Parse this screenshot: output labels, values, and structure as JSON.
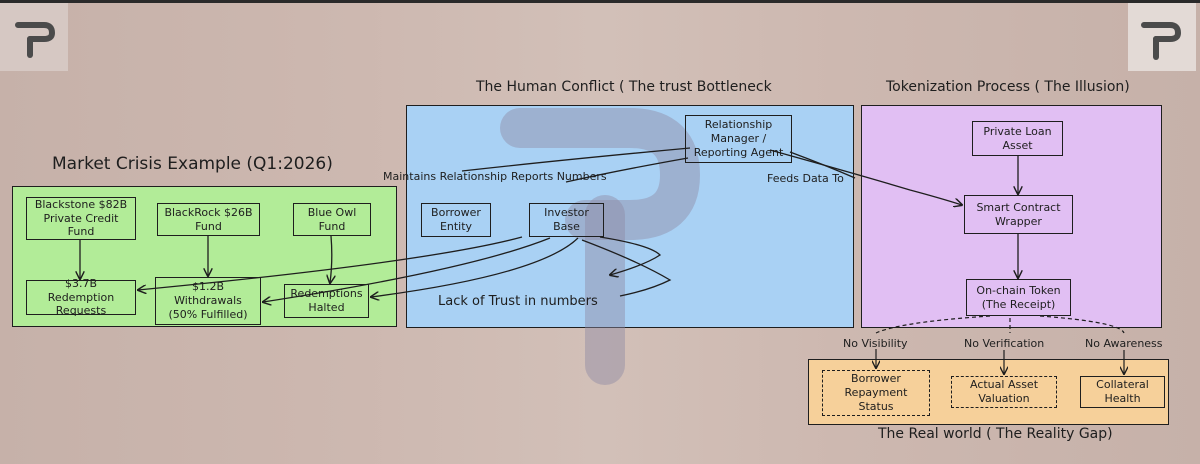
{
  "colors": {
    "green": "#b2ec98",
    "blue": "#a9d1f4",
    "purple": "#e1bff3",
    "orange": "#f6d09a",
    "watermark": "#8f8aa5"
  },
  "icons": {
    "logo": "stylized-r-logo-icon"
  },
  "sections": {
    "market_crisis": "Market Crisis Example (Q1:2026)",
    "human_conflict": "The Human Conflict ( The trust  Bottleneck",
    "tokenization": "Tokenization Process ( The Illusion)",
    "real_world": "The Real world ( The Reality Gap)"
  },
  "market": {
    "blackstone": "Blackstone $82B Private Credit Fund",
    "blackrock": "BlackRock $26B Fund",
    "blueowl": "Blue Owl Fund",
    "redemption": "$3.7B Redemption Requests",
    "withdrawals": "$1.2B Withdrawals (50% Fulfilled)",
    "halted": "Redemptions Halted"
  },
  "human": {
    "manager": "Relationship Manager / Reporting Agent",
    "borrower": "Borrower Entity",
    "investor": "Investor Base",
    "maintains": "Maintains Relationship",
    "reports": "Reports Numbers",
    "feeds": "Feeds Data To",
    "lack": "Lack of Trust in numbers"
  },
  "token": {
    "loan": "Private Loan Asset",
    "wrapper": "Smart Contract Wrapper",
    "receipt": "On-chain Token (The Receipt)"
  },
  "real": {
    "no_visibility": "No Visibility",
    "no_verification": "No Verification",
    "no_awareness": "No Awareness",
    "repayment": "Borrower Repayment Status",
    "valuation": "Actual Asset Valuation",
    "collateral": "Collateral Health"
  }
}
